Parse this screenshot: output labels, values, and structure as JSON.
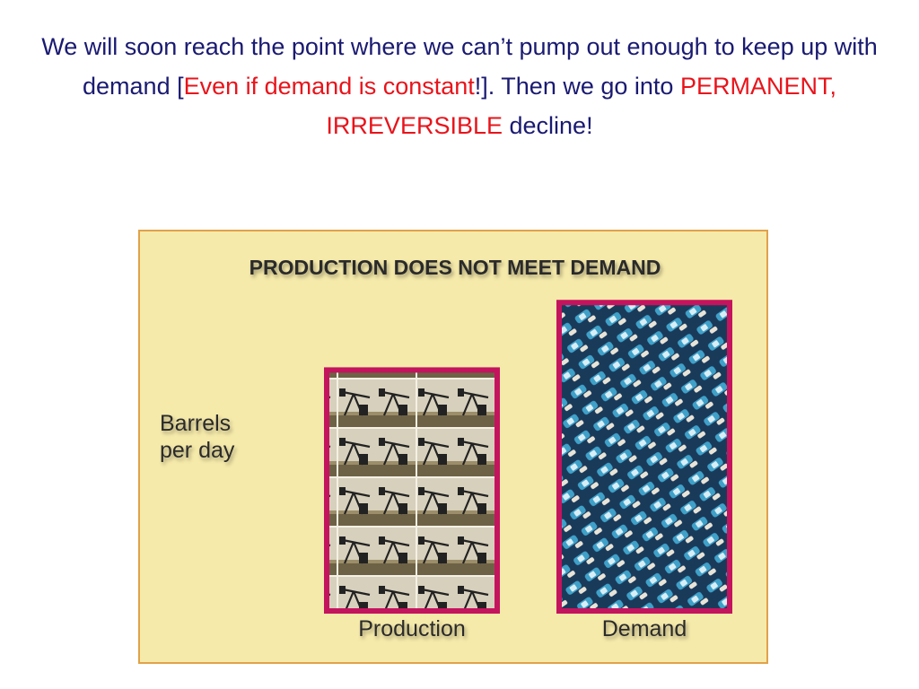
{
  "headline": {
    "part1": "We will soon reach the point where we can’t pump out enough to keep up with demand [",
    "highlight1": "Even if demand is constant",
    "part2": "!]. Then we go into ",
    "highlight2": "PERMANENT, IRREVERSIBLE",
    "part3": " decline!"
  },
  "colors": {
    "headline_text": "#1a1a72",
    "highlight_text": "#e8141b",
    "figure_background": "#f6eaaa",
    "figure_border": "#e0a24a",
    "bar_border": "#c4145e",
    "production_fill": "#d6d0bc",
    "demand_fill": "#1a3a5a"
  },
  "chart_data": {
    "type": "bar",
    "title": "PRODUCTION DOES NOT MEET DEMAND",
    "ylabel": "Barrels per day",
    "categories": [
      "Production",
      "Demand"
    ],
    "values": [
      5,
      6.4
    ],
    "ylim": [
      0,
      7
    ],
    "grid": true,
    "fills": [
      "oil-pump-jack-icon-pattern",
      "car-traffic-pattern"
    ]
  }
}
